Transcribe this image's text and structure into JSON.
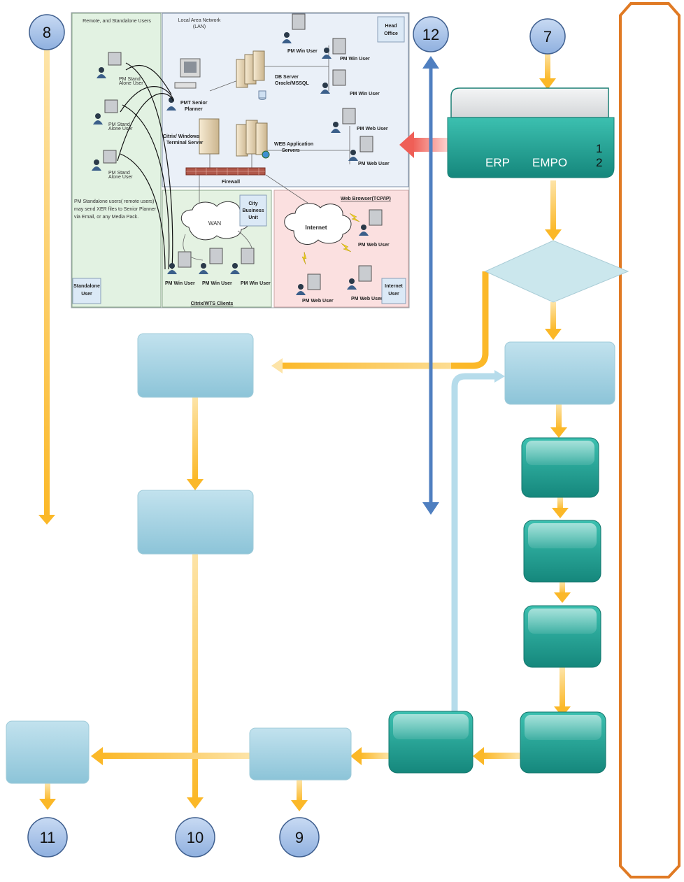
{
  "nodes": {
    "n8": "8",
    "n12": "12",
    "n7": "7",
    "n11": "11",
    "n10": "10",
    "n9": "9"
  },
  "erp_box": {
    "left_label": "ERP",
    "mid_label": "EMPO",
    "right_top": "1",
    "right_bottom": "2"
  },
  "network": {
    "remote_title": "Remote, and Standalone Users",
    "lan_title_1": "Local Area Network",
    "lan_title_2": "(LAN)",
    "head_office_1": "Head",
    "head_office_2": "Office",
    "db_server_1": "DB Server",
    "db_server_2": "Oracle/MSSQL",
    "web_app_1": "WEB Application",
    "web_app_2": "Servers",
    "pmt_senior_1": "PMT Senior",
    "pmt_senior_2": "Planner",
    "citrix_1": "Citrix/ Windows",
    "citrix_2": "Terminal Server",
    "firewall": "Firewall",
    "wan": "WAN",
    "internet": "Internet",
    "web_browser": "Web Browser(TCP/IP)",
    "city_1": "City",
    "city_2": "Business",
    "city_3": "Unit",
    "internet_user_1": "Internet",
    "internet_user_2": "User",
    "standalone_1": "Standalone",
    "standalone_2": "User",
    "citrix_clients": "Citrix/WTS Clients",
    "pm_stand_1": "PM Stand",
    "pm_stand_2": "Alone User",
    "pm_win_user": "PM Win User",
    "pm_web_user": "PM Web User",
    "note_1": "PM Standalone users( remote users)",
    "note_2": "may send XER files to Senior Planner",
    "note_3": "via Email, or any Media Pack."
  },
  "colors": {
    "flow_arrow": "#fbbd3c",
    "flow_arrow_light": "#fde4a8",
    "light_box": "#9fd0e0",
    "teal_box": "#1fa193",
    "blue_line": "#4f7fc0",
    "light_blue_line": "#b6dceb",
    "node_fill": "#a9c4e8",
    "orange_frame": "#e07a24",
    "red_arrow": "#f0625e"
  }
}
